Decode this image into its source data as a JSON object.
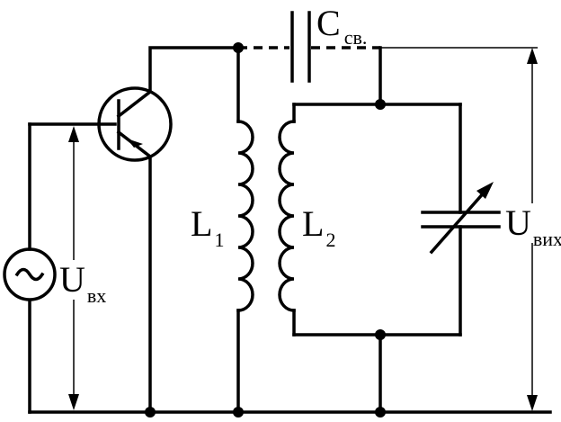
{
  "labels": {
    "c_coupling": {
      "main": "C",
      "sub": "св."
    },
    "l1": {
      "main": "L",
      "sub": "1"
    },
    "l2": {
      "main": "L",
      "sub": "2"
    },
    "u_in": {
      "main": "U",
      "sub": "вх"
    },
    "u_out": {
      "main": "U",
      "sub": "вих"
    }
  },
  "icons": {
    "source": "ac-source-icon",
    "transistor": "bjt-transistor-icon",
    "variable_capacitor": "variable-capacitor-icon",
    "coupling_capacitor": "capacitor-icon",
    "inductor": "inductor-coil-icon"
  }
}
